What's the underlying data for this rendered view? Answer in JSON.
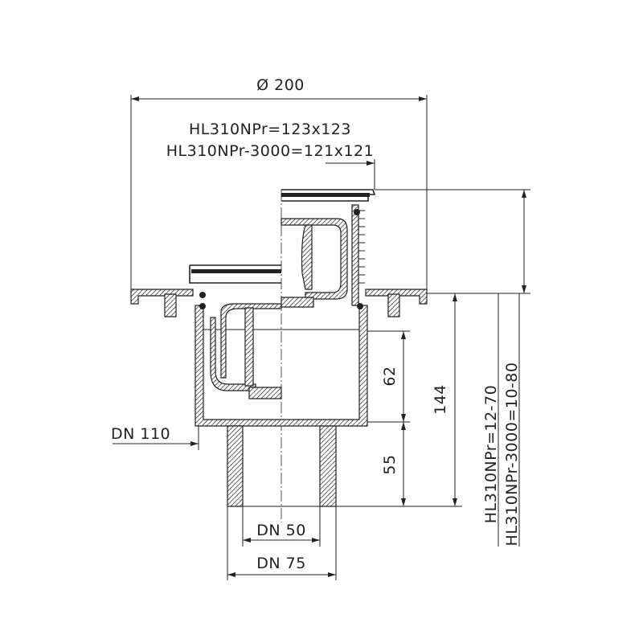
{
  "drawing": {
    "dims": {
      "diameter_top": "Ø 200",
      "grate_size_1": "HL310NPr=123x123",
      "grate_size_2": "HL310NPr-3000=121x121",
      "height_range_1": "HL310NPr=12-70",
      "height_range_2": "HL310NPr-3000=10-80",
      "total_height": "144",
      "trap_depth": "62",
      "outlet_length": "55",
      "dn_body": "DN 110",
      "dn_inner": "DN 50",
      "dn_outer": "DN 75"
    }
  }
}
